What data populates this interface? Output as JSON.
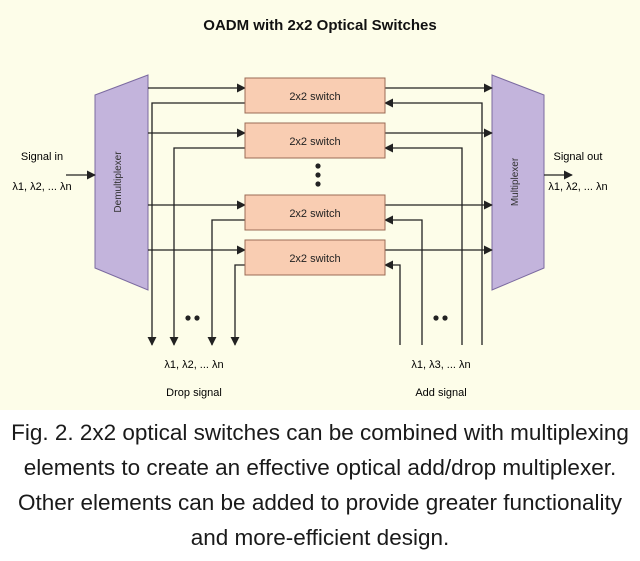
{
  "diagram": {
    "title": "OADM with 2x2 Optical Switches",
    "demux_label": "Demultiplexer",
    "mux_label": "Multiplexer",
    "switch_label": "2x2 switch",
    "input": {
      "label": "Signal in",
      "wavelengths": "λ1, λ2, ... λn"
    },
    "output": {
      "label": "Signal out",
      "wavelengths": "λ1, λ2, ... λn"
    },
    "drop": {
      "label": "Drop signal",
      "wavelengths": "λ1, λ2, ... λn"
    },
    "add": {
      "label": "Add signal",
      "wavelengths": "λ1, λ3, ... λn"
    },
    "colors": {
      "background": "#fdfde9",
      "switch_fill": "#f9cdb2",
      "switch_stroke": "#9a6a55",
      "mux_fill": "#c3b4dc",
      "mux_stroke": "#7b6aa0",
      "line": "#222222"
    }
  },
  "caption": "Fig. 2. 2x2 optical switches can be combined with multiplexing elements to create an effective optical add/drop multiplexer. Other elements can be added to provide greater functionality and more-efficient design."
}
